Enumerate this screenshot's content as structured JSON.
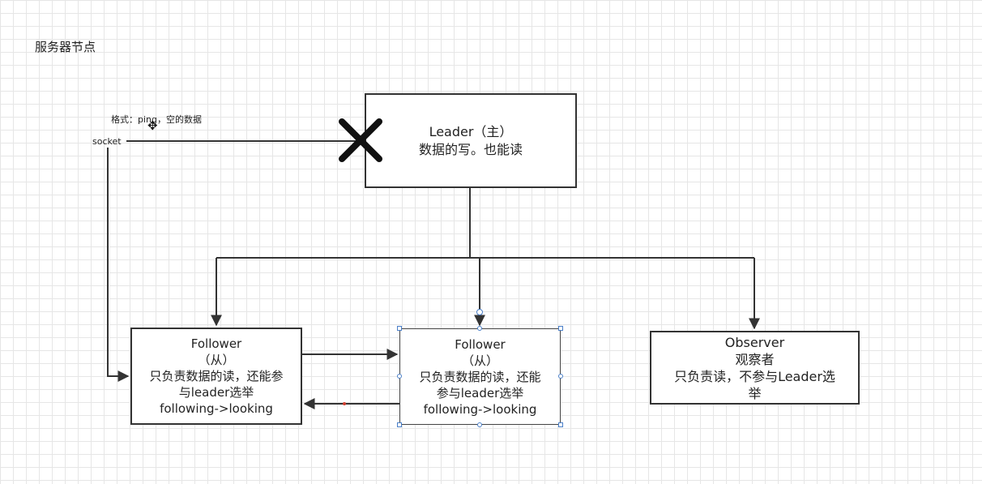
{
  "page": {
    "title": "服务器节点"
  },
  "labels": {
    "format_note": "格式：ping，空的数据",
    "socket": "socket"
  },
  "nodes": {
    "leader": {
      "lines": [
        "Leader（主）",
        "数据的写。也能读"
      ]
    },
    "follower_1": {
      "lines": [
        "Follower",
        "（从）",
        "只负责数据的读，还能参",
        "与leader选举",
        "following->looking"
      ]
    },
    "follower_2": {
      "lines": [
        "Follower",
        "（从）",
        "只负责数据的读，还能",
        "参与leader选举",
        "following->looking"
      ]
    },
    "observer": {
      "lines": [
        "Observer",
        "观察者",
        "只负责读，不参与Leader选",
        "举"
      ]
    }
  },
  "icons": {
    "connection_broken": "x-cross-icon",
    "cursor": "move-cursor-icon"
  },
  "colors": {
    "line": "#333333",
    "selection": "#4a7fc8",
    "grid": "#e6e6e6"
  }
}
